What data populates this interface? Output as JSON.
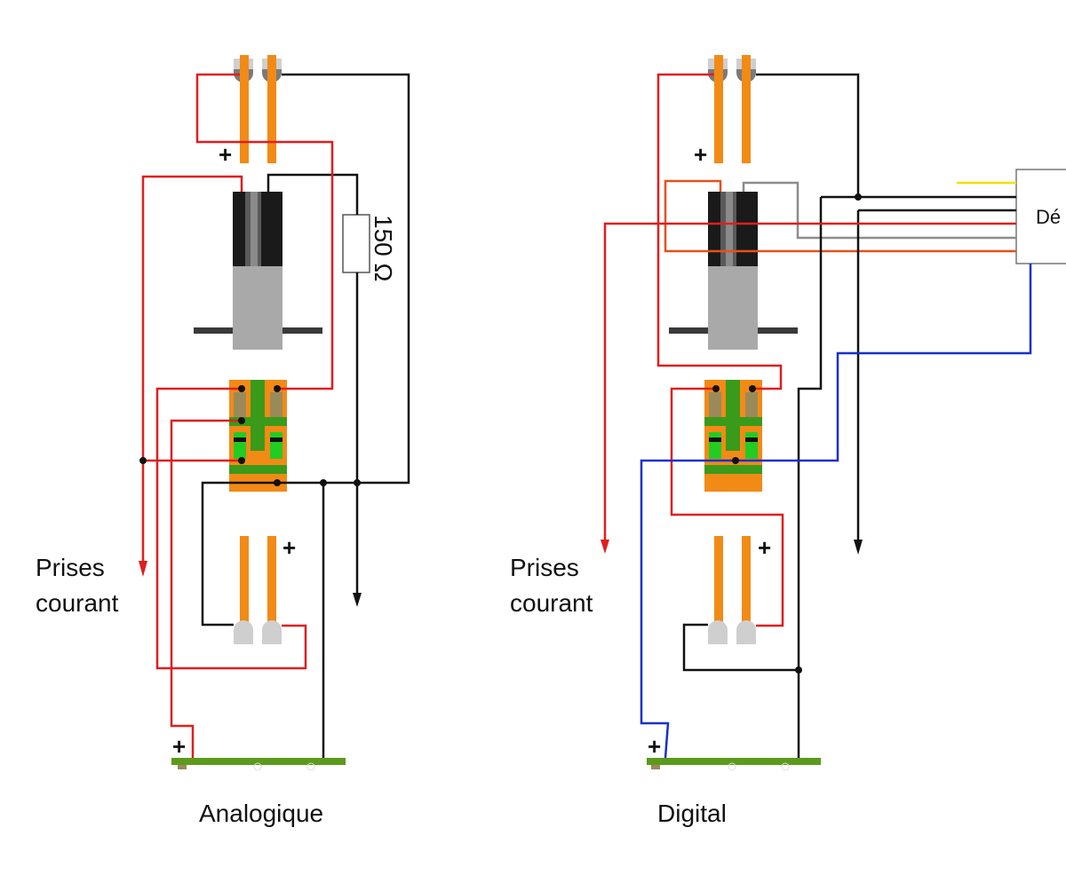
{
  "left_panel": {
    "caption": "Analogique",
    "outlet_label_line1": "Prises",
    "outlet_label_line2": "courant",
    "resistor_label": "150 Ω",
    "plus_sign": "+"
  },
  "right_panel": {
    "caption": "Digital",
    "outlet_label_line1": "Prises",
    "outlet_label_line2": "courant",
    "decoder_label": "Dé",
    "plus_sign": "+"
  },
  "wire_colors": {
    "red": "#e01e1e",
    "black": "#111111",
    "blue": "#1a2fd0",
    "gray": "#8c8c8c",
    "orange_red": "#e6501e",
    "yellow": "#f0e000",
    "track_orange": "#f28a16",
    "pcb_green": "#5c9a1c"
  }
}
